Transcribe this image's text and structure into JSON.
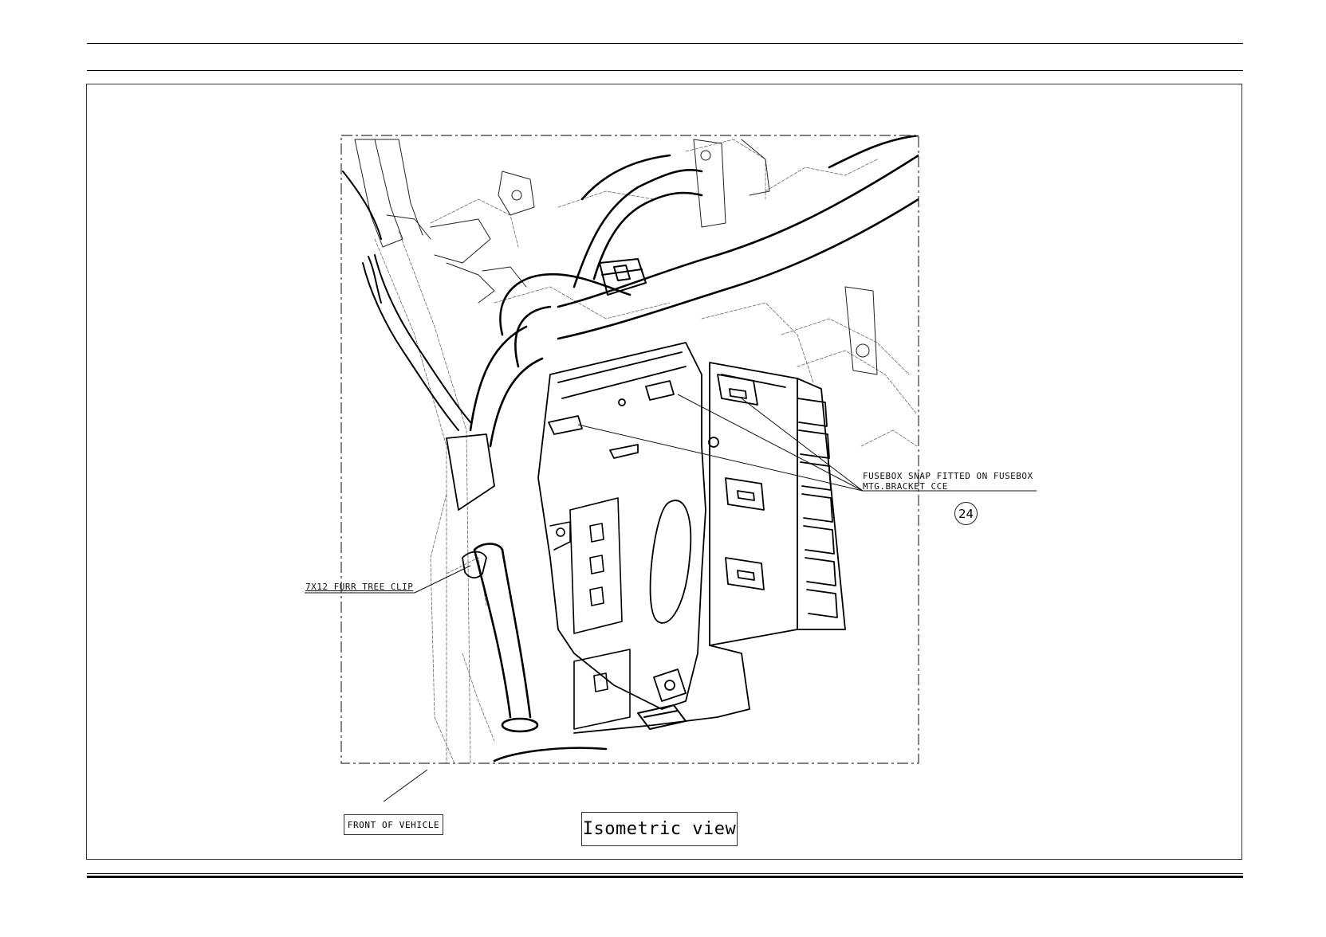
{
  "callouts": {
    "fusebox_note_line1": "FUSEBOX SNAP FITTED ON FUSEBOX",
    "fusebox_note_line2": "MTG.BRACKET CCE",
    "balloon_number": "24",
    "clip_note": "7X12 FURR TREE CLIP",
    "front_of_vehicle": "FRONT OF VEHICLE"
  },
  "view_label": "Isometric view",
  "colors": {
    "line": "#000000",
    "hidden_line": "#555555",
    "background": "#ffffff"
  }
}
